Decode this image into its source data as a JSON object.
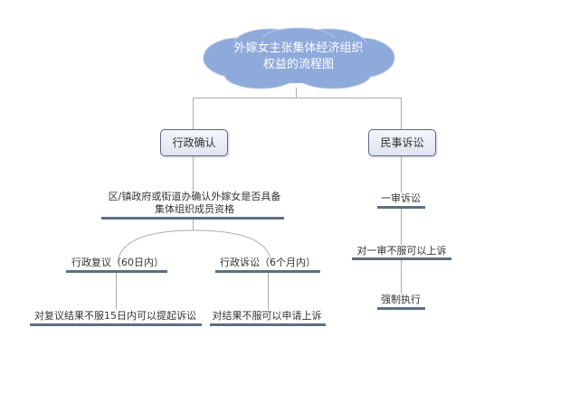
{
  "root": {
    "line1": "外嫁女主张集体经济组织",
    "line2": "权益的流程图",
    "color": "#8eaadb"
  },
  "branches": {
    "left": {
      "title": "行政确认",
      "step": {
        "line1": "区/镇政府或街道办确认外嫁女是否具备",
        "line2": "集体组织成员资格"
      },
      "sub_left": {
        "label": "行政复议（60日内）",
        "next": "对复议结果不服15日内可以提起诉讼"
      },
      "sub_right": {
        "label": "行政诉讼（6个月内）",
        "next": "对结果不服可以申请上诉"
      }
    },
    "right": {
      "title": "民事诉讼",
      "steps": [
        "一审诉讼",
        "对一审不服可以上诉",
        "强制执行"
      ]
    }
  }
}
